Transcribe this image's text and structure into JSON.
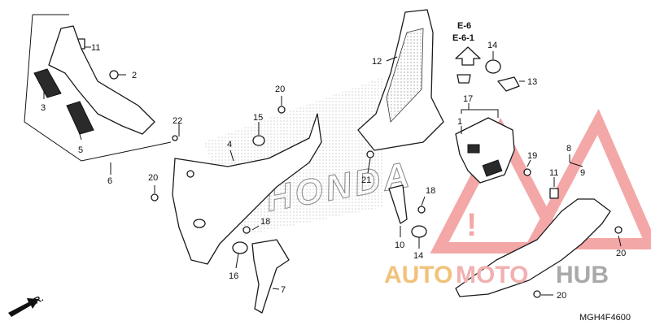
{
  "diagram": {
    "part_code": "MGH4F4600",
    "ref_codes": [
      "E-6",
      "E-6-1"
    ],
    "callouts": [
      {
        "id": "c11a",
        "label": "11"
      },
      {
        "id": "c2",
        "label": "2"
      },
      {
        "id": "c3",
        "label": "3"
      },
      {
        "id": "c5",
        "label": "5"
      },
      {
        "id": "c6",
        "label": "6"
      },
      {
        "id": "c22",
        "label": "22"
      },
      {
        "id": "c20a",
        "label": "20"
      },
      {
        "id": "c20b",
        "label": "20"
      },
      {
        "id": "c15",
        "label": "15"
      },
      {
        "id": "c4",
        "label": "4"
      },
      {
        "id": "c18a",
        "label": "18"
      },
      {
        "id": "c16",
        "label": "16"
      },
      {
        "id": "c7",
        "label": "7"
      },
      {
        "id": "c12",
        "label": "12"
      },
      {
        "id": "c21",
        "label": "21"
      },
      {
        "id": "c14a",
        "label": "14"
      },
      {
        "id": "c13",
        "label": "13"
      },
      {
        "id": "c17",
        "label": "17"
      },
      {
        "id": "c1",
        "label": "1"
      },
      {
        "id": "c19",
        "label": "19"
      },
      {
        "id": "c8",
        "label": "8"
      },
      {
        "id": "c11b",
        "label": "11"
      },
      {
        "id": "c9",
        "label": "9"
      },
      {
        "id": "c18b",
        "label": "18"
      },
      {
        "id": "c10",
        "label": "10"
      },
      {
        "id": "c14b",
        "label": "14"
      },
      {
        "id": "c20c",
        "label": "20"
      },
      {
        "id": "c20d",
        "label": "20"
      }
    ],
    "front_marker": "FR.",
    "embossed_brand": "HONDA"
  },
  "watermark": {
    "text_a": "AUTO",
    "text_b": "MOTO",
    "text_c": "HUB",
    "color_a": "#f2c27a",
    "color_b": "#f2b0b0",
    "color_c": "#a9a9a9",
    "triangle_color": "#f08a8a"
  }
}
